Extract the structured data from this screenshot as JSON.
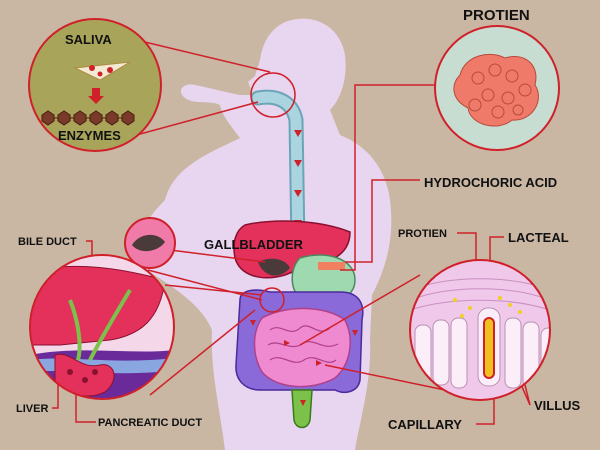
{
  "labels": {
    "saliva": "SALIVA",
    "enzymes": "ENZYMES",
    "protien_top": "PROTIEN",
    "hydrochloric_acid": "HYDROCHORIC ACID",
    "gallbladder": "GALLBLADDER",
    "bile_duct": "BILE DUCT",
    "protien_small": "PROTIEN",
    "lacteal": "LACTEAL",
    "liver": "LIVER",
    "pancreatic_duct": "PANCREATIC DUCT",
    "capillary": "CAPILLARY",
    "villus": "VILLUS"
  },
  "colors": {
    "background": "#c9b6a3",
    "body": "#e8d5ef",
    "leader": "#d0202a",
    "esophagus": "#a9d4e0",
    "liver": "#e3315c",
    "stomach": "#9ed9b0",
    "intestine_large": "#8a6ad8",
    "intestine_small": "#f08ad0",
    "rectum": "#7cc24a",
    "mouth_circle": "#a8a45a",
    "protein_circle": "#c8ddd2",
    "protein": "#f07a6a"
  },
  "icons": [
    "pizza-icon",
    "enzyme-chain-icon",
    "protein-molecule-icon",
    "villus-icon"
  ]
}
